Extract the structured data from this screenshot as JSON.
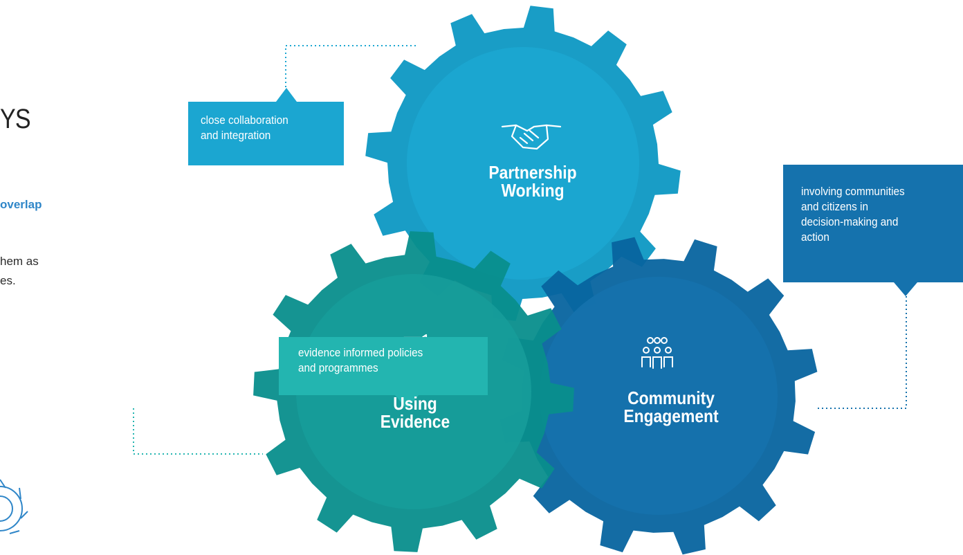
{
  "left_panel": {
    "heading_fragment": "YS",
    "overlap_fragment": "overlap",
    "body_line_1": "hem as",
    "body_line_2": "es."
  },
  "gears": [
    {
      "id": "partnership",
      "label": "Partnership\nWorking",
      "icon": "handshake-icon",
      "color": "#1ba6d1"
    },
    {
      "id": "evidence",
      "label": "Using\nEvidence",
      "icon": "document-hand-icon",
      "color": "#169c9a"
    },
    {
      "id": "community",
      "label": "Community\nEngagement",
      "icon": "people-group-icon",
      "color": "#1572ad"
    }
  ],
  "callouts": {
    "partnership": "close collaboration\nand integration",
    "community": "involving communities\nand citizens in\ndecision-making and\naction",
    "evidence": "evidence informed policies\nand programmes"
  },
  "colors": {
    "partnership_callout": "#1ba6d1",
    "community_callout": "#1572ad",
    "evidence_callout": "#23b5b0",
    "overlap_text": "#2f86c8",
    "dotted_line": "#2a8fbd"
  }
}
